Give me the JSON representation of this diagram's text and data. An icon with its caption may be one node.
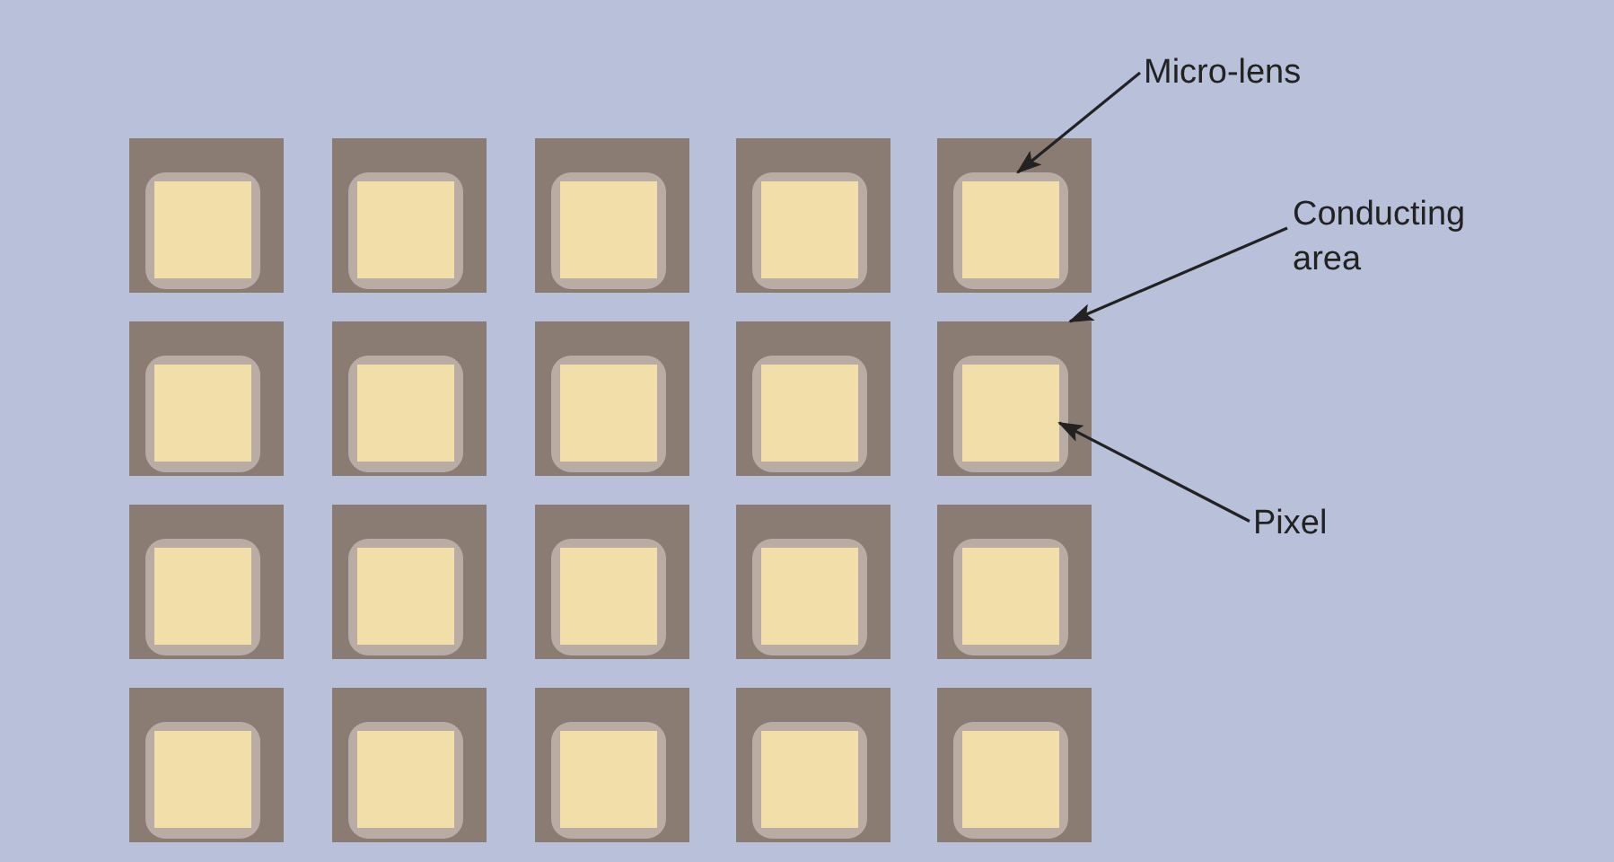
{
  "diagram": {
    "nodes": [
      {
        "text": [
          "Micro-lens"
        ]
      },
      {
        "text": [],
        "shape": "box"
      },
      {
        "text": [
          "Conducting area"
        ]
      },
      {
        "text": [],
        "shape": "box"
      },
      {
        "text": [
          "Pixel"
        ]
      },
      {
        "text": [],
        "shape": "box",
        "in": 3
      }
    ],
    "edges": [
      {
        "from": 0,
        "to": 1,
        "arrow": "to"
      },
      {
        "from": 2,
        "to": 3,
        "arrow": "to"
      },
      {
        "from": 4,
        "to": 5,
        "arrow": "to"
      }
    ]
  }
}
